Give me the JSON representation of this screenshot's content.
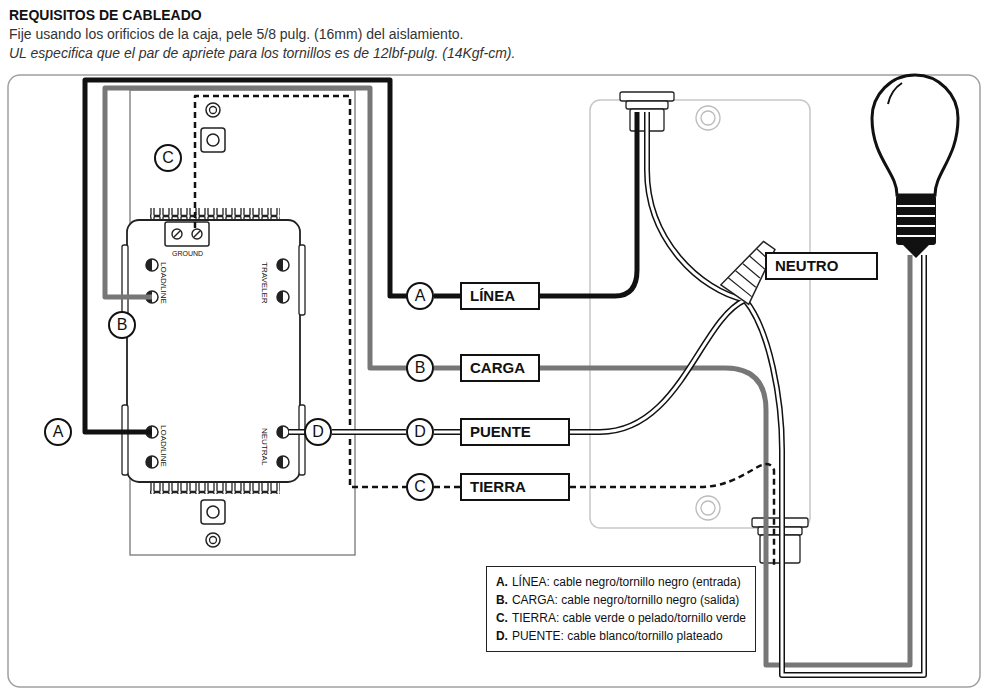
{
  "diagram": {
    "title": "REQUISITOS DE CABLEADO",
    "nodes": [
      {
        "text": [
          "C"
        ]
      },
      {
        "text": [
          "B"
        ]
      },
      {
        "text": [
          "A"
        ]
      },
      {
        "text": [
          "D"
        ]
      },
      {
        "text": [
          "A"
        ]
      },
      {
        "text": [
          "LÍNEA"
        ]
      },
      {
        "text": [
          "B"
        ]
      },
      {
        "text": [
          "CARGA"
        ]
      },
      {
        "text": [
          "D"
        ]
      },
      {
        "text": [
          "PUENTE"
        ]
      },
      {
        "text": [
          "C"
        ]
      },
      {
        "text": [
          "TIERRA"
        ]
      },
      {
        "text": [
          "NEUTRO"
        ]
      },
      {
        "text": [
          "A.",
          "LÍNEA: cable negro/tornillo negro (entrada)",
          "B.",
          "CARGA: cable negro/tornillo negro (salida)",
          "C.",
          "TIERRA: cable verde o pelado/tornillo verde",
          "D.",
          "PUENTE: cable blanco/tornillo plateado"
        ]
      }
    ],
    "edges": [
      {
        "from": 4,
        "to": 5,
        "arrow": "none"
      },
      {
        "from": 6,
        "to": 7,
        "arrow": "none"
      },
      {
        "from": 8,
        "to": 9,
        "arrow": "none"
      },
      {
        "from": 10,
        "to": 11,
        "arrow": "none"
      },
      {
        "from": 3,
        "to": 8,
        "arrow": "none"
      }
    ],
    "labels": [
      "Fije usando los orificios de la caja, pele 5/8 pulg. (16mm) del aislamiento.",
      "UL especifica que el par de apriete para los tornillos es de 12lbf-pulg. (14Kgf-cm).",
      "GROUND",
      "LOAD/LINE",
      "TRAVELER",
      "LOAD/LINE",
      "NEUTRAL"
    ]
  }
}
